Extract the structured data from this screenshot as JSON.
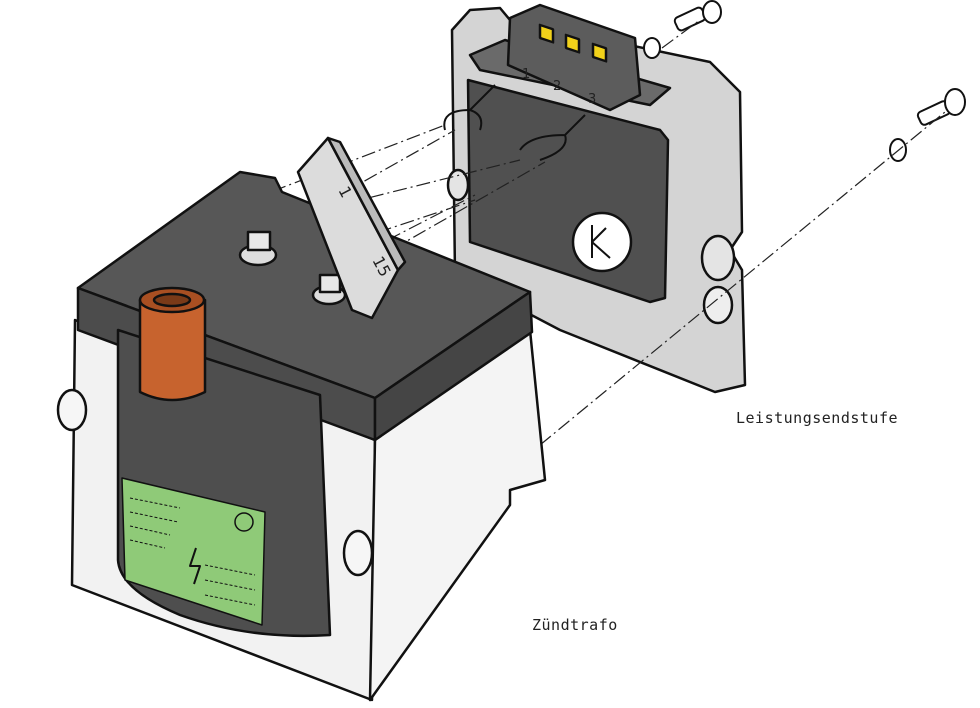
{
  "labels": {
    "power_stage": "Leistungsendstufe",
    "ignition_coil": "Zündtrafo"
  },
  "terminal_block": {
    "terminal_1": "1",
    "terminal_15": "15"
  },
  "connector_pins": [
    "1",
    "2",
    "3"
  ],
  "colors": {
    "dark_housing": "#555555",
    "light_housing": "#d4d4d4",
    "body_white": "#f2f2f2",
    "label_green": "#8fca78",
    "tube_orange": "#c7632e",
    "pin_yellow": "#f2d21a"
  }
}
